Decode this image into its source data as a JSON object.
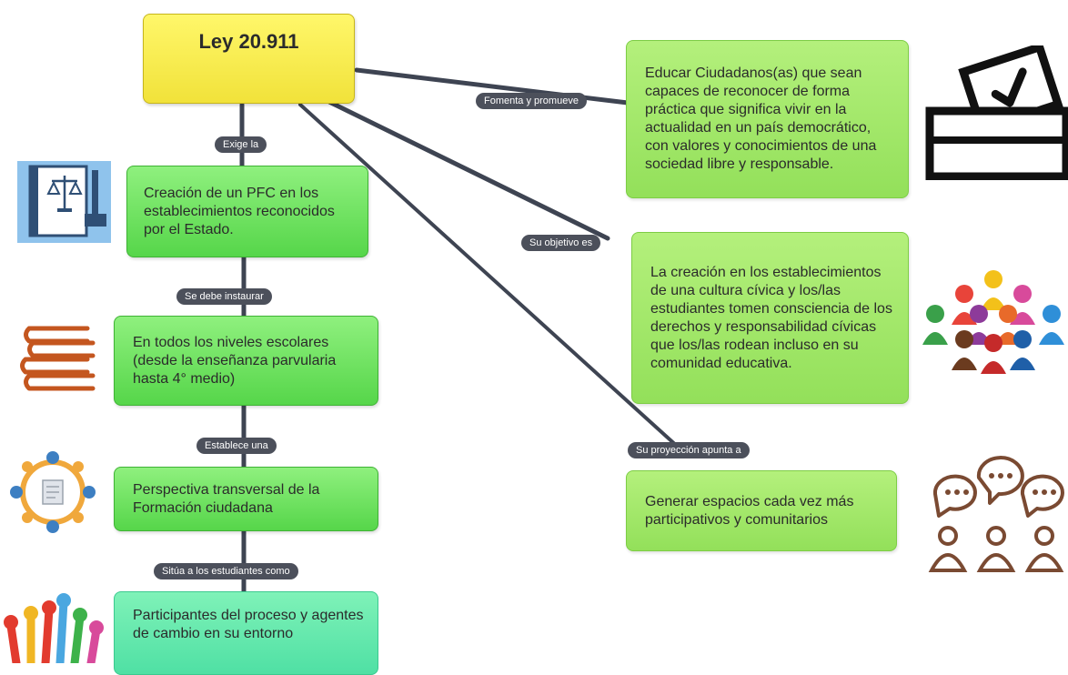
{
  "root": {
    "title": "Ley 20.911"
  },
  "left_branch": [
    {
      "label": "Exige la",
      "text": "Creación de un PFC en los establecimientos reconocidos por el Estado."
    },
    {
      "label": "Se debe instaurar",
      "text": "En todos los niveles escolares (desde la enseñanza parvularia hasta 4° medio)"
    },
    {
      "label": "Establece una",
      "text": "Perspectiva transversal de la Formación ciudadana"
    },
    {
      "label": "Sitúa a los estudiantes como",
      "text": "Participantes del proceso y agentes de cambio en su entorno"
    }
  ],
  "right_branch": [
    {
      "label": "Fomenta y promueve",
      "text": "Educar Ciudadanos(as) que sean capaces de reconocer de forma práctica que significa vivir en la actualidad en un país democrático, con valores y conocimientos de una sociedad libre y responsable."
    },
    {
      "label": "Su objetivo es",
      "text": "La creación en los establecimientos de una cultura cívica y los/las estudiantes tomen consciencia de los derechos y responsabilidad cívicas que los/las rodean incluso en su comunidad educativa."
    },
    {
      "label": "Su proyección apunta a",
      "text": "Generar espacios cada vez más participativos y comunitarios"
    }
  ],
  "icons": [
    "law-book-icon",
    "books-stack-icon",
    "teamwork-circle-icon",
    "raised-hands-icon",
    "ballot-box-icon",
    "people-group-icon",
    "speech-bubbles-people-icon"
  ],
  "colors": {
    "root": "#f5e94a",
    "node_green": "#6ee35c",
    "node_lime": "#9fe566",
    "node_teal": "#5fe6ad",
    "label_bg": "#4c505b",
    "connector": "#3e4452"
  }
}
